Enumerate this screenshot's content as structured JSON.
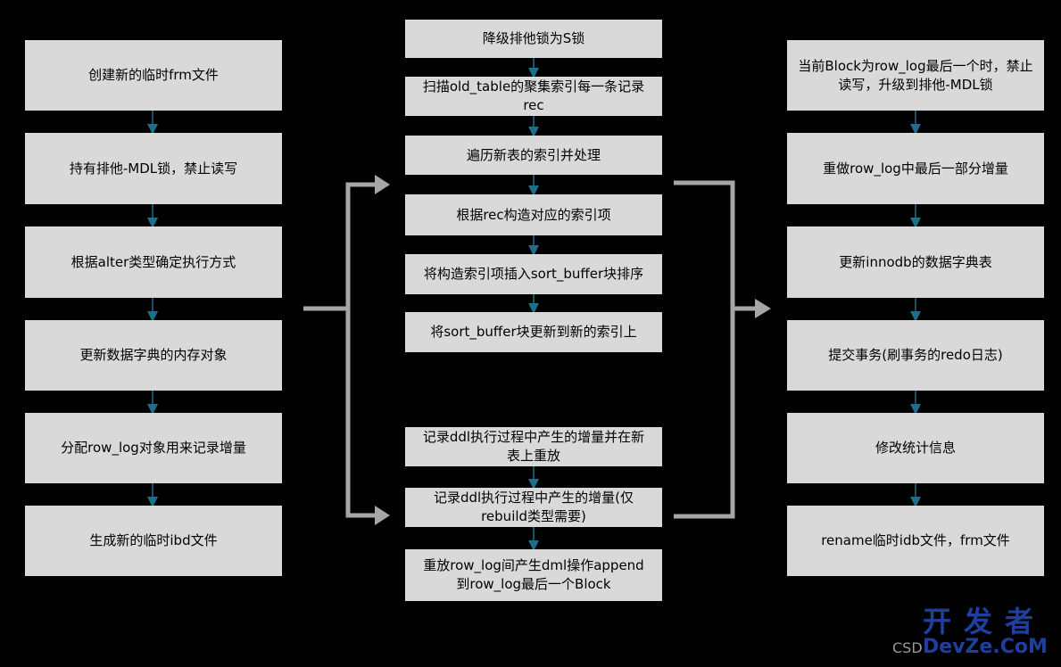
{
  "left_column": [
    "创建新的临时frm文件",
    "持有排他-MDL锁，禁止读写",
    "根据alter类型确定执行方式",
    "更新数据字典的内存对象",
    "分配row_log对象用来记录增量",
    "生成新的临时ibd文件"
  ],
  "middle_top": [
    "降级排他锁为S锁",
    "扫描old_table的聚集索引每一条记录rec",
    "遍历新表的索引并处理",
    "根据rec构造对应的索引项",
    "将构造索引项插入sort_buffer块排序",
    "将sort_buffer块更新到新的索引上"
  ],
  "middle_bottom": [
    "记录ddl执行过程中产生的增量并在新表上重放",
    "记录ddl执行过程中产生的增量(仅rebuild类型需要)",
    "重放row_log间产生dml操作append到row_log最后一个Block"
  ],
  "right_column": [
    "当前Block为row_log最后一个时，禁止读写，升级到排他-MDL锁",
    "重做row_log中最后一部分增量",
    "更新innodb的数据字典表",
    "提交事务(刷事务的redo日志)",
    "修改统计信息",
    "rename临时idb文件，frm文件"
  ],
  "watermark": {
    "main": "开发者",
    "sub": "DevZe.CoM",
    "prefix": "CSD"
  },
  "colors": {
    "box_fill": "#d9d9d9",
    "background": "#000000",
    "small_arrow": "#1f6f8b",
    "big_arrow": "#a6a6a6"
  }
}
